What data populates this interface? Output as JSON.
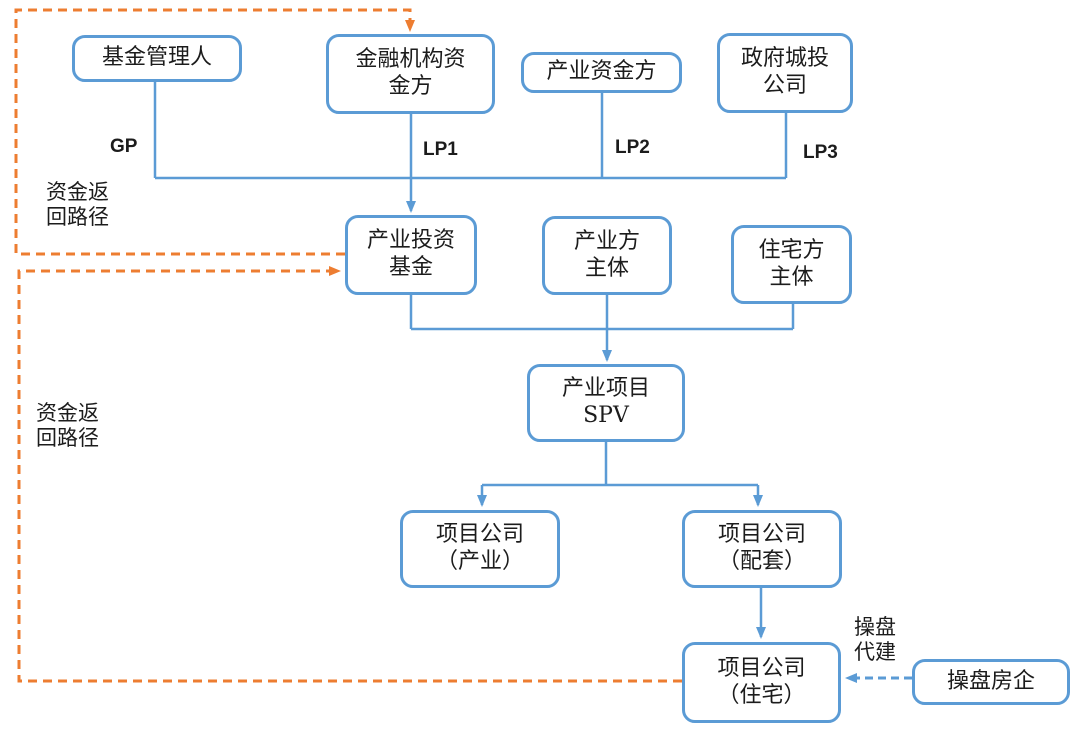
{
  "diagram": {
    "nodes": {
      "fund_manager": {
        "label": "基金管理人"
      },
      "financial_lp": {
        "label": "金融机构资\n金方"
      },
      "industry_lp": {
        "label": "产业资金方"
      },
      "gov_lp": {
        "label": "政府城投\n公司"
      },
      "fund": {
        "label": "产业投资\n基金"
      },
      "industry_entity": {
        "label": "产业方\n主体"
      },
      "residential_entity": {
        "label": "住宅方\n主体"
      },
      "spv": {
        "label": "产业项目\nSPV"
      },
      "pc_industry": {
        "label": "项目公司\n（产业）"
      },
      "pc_supporting": {
        "label": "项目公司\n（配套）"
      },
      "pc_residential": {
        "label": "项目公司\n（住宅）"
      },
      "operator": {
        "label": "操盘房企"
      }
    },
    "edge_labels": {
      "gp": "GP",
      "lp1": "LP1",
      "lp2": "LP2",
      "lp3": "LP3",
      "return_path_upper": "资金返\n回路径",
      "return_path_lower": "资金返\n回路径",
      "operate_build": "操盘\n代建"
    },
    "colors": {
      "node_border": "#5B9BD5",
      "connector": "#5B9BD5",
      "return_path": "#ED7D31",
      "text": "#1c1c1c",
      "background": "#FFFFFF"
    }
  }
}
